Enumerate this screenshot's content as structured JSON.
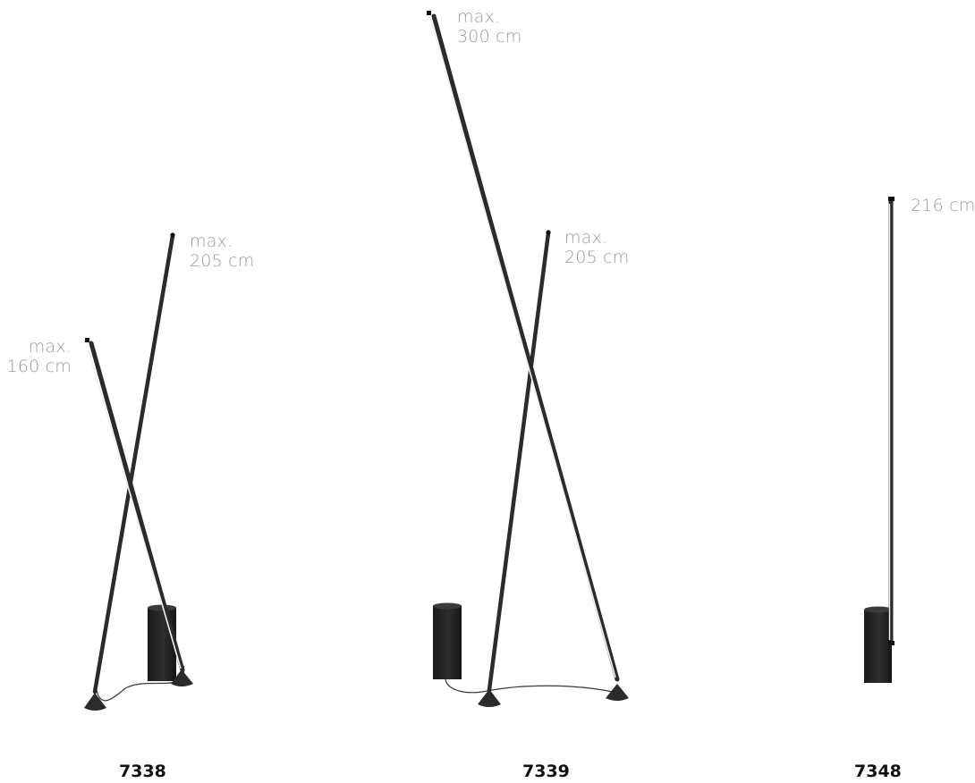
{
  "products": [
    {
      "code": "7338",
      "dimensions": [
        {
          "line1": "max.",
          "line2": "205 cm"
        },
        {
          "line1": "max.",
          "line2": "160 cm"
        }
      ]
    },
    {
      "code": "7339",
      "dimensions": [
        {
          "line1": "max.",
          "line2": "300 cm"
        },
        {
          "line1": "max.",
          "line2": "205 cm"
        }
      ]
    },
    {
      "code": "7348",
      "dimensions": [
        {
          "line1": "216 cm"
        }
      ]
    }
  ],
  "colors": {
    "lamp_body": "#2b2b2b",
    "lamp_light": "#f4f0e8",
    "cable": "#3a3a3a",
    "dimension_text": "#9a9a9a",
    "code_text": "#111111"
  }
}
